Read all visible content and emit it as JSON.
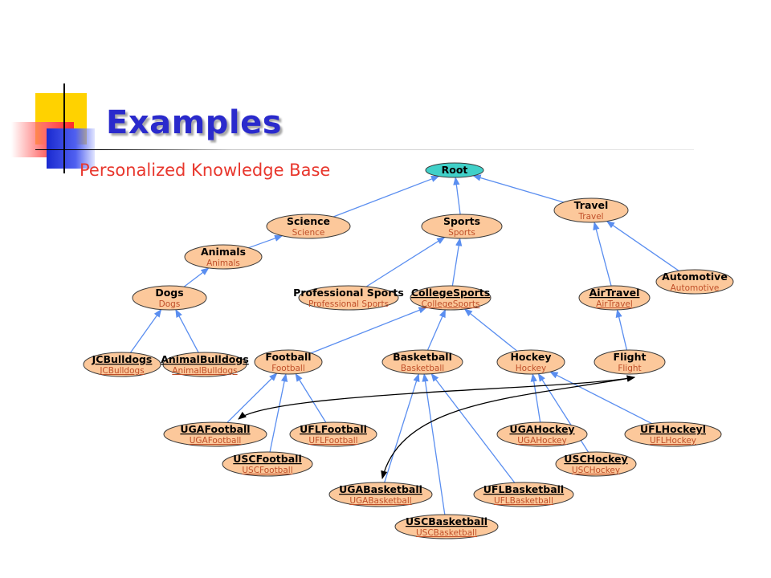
{
  "slide": {
    "title": "Examples",
    "subtitle": "Personalized Knowledge Base"
  },
  "colors": {
    "title": "#2a2acc",
    "subtitle": "#e8372d",
    "node_fill": "#fcc89b",
    "root_fill": "#40d0c8",
    "edge": "#5a8ef0",
    "cross_edge": "#000000"
  },
  "diagram": {
    "nodes": [
      {
        "id": "root",
        "label": "Root",
        "sublabel": "",
        "root": true
      },
      {
        "id": "science",
        "label": "Science",
        "sublabel": "Science"
      },
      {
        "id": "sports",
        "label": "Sports",
        "sublabel": "Sports"
      },
      {
        "id": "travel",
        "label": "Travel",
        "sublabel": "Travel"
      },
      {
        "id": "animals",
        "label": "Animals",
        "sublabel": "Animals"
      },
      {
        "id": "dogs",
        "label": "Dogs",
        "sublabel": "Dogs"
      },
      {
        "id": "prosports",
        "label": "Professional Sports",
        "sublabel": "Professional Sports"
      },
      {
        "id": "collegesports",
        "label": "CollegeSports",
        "sublabel": "CollegeSports",
        "wavy": true
      },
      {
        "id": "airtravel",
        "label": "AirTravel",
        "sublabel": "AirTravel",
        "wavy": true
      },
      {
        "id": "automotive",
        "label": "Automotive",
        "sublabel": "Automotive"
      },
      {
        "id": "jcbulldogs",
        "label": "JCBulldogs",
        "sublabel": "JCBulldogs",
        "wavy": true
      },
      {
        "id": "animalbulldogs",
        "label": "AnimalBulldogs",
        "sublabel": "AnimalBulldogs",
        "wavy": true
      },
      {
        "id": "football",
        "label": "Football",
        "sublabel": "Football"
      },
      {
        "id": "basketball",
        "label": "Basketball",
        "sublabel": "Basketball"
      },
      {
        "id": "hockey",
        "label": "Hockey",
        "sublabel": "Hockey"
      },
      {
        "id": "flight",
        "label": "Flight",
        "sublabel": "Flight"
      },
      {
        "id": "ugafootball",
        "label": "UGAFootball",
        "sublabel": "UGAFootball",
        "wavy": true
      },
      {
        "id": "uflfootball",
        "label": "UFLFootball",
        "sublabel": "UFLFootball",
        "wavy": true
      },
      {
        "id": "uscfootball",
        "label": "USCFootball",
        "sublabel": "USCFootball",
        "wavy": true
      },
      {
        "id": "ugahockey",
        "label": "UGAHockey",
        "sublabel": "UGAHockey",
        "wavy": true
      },
      {
        "id": "uflhockey",
        "label": "UFLHockeyl",
        "sublabel": "UFLHockey",
        "wavy": true
      },
      {
        "id": "uschockey",
        "label": "USCHockey",
        "sublabel": "USCHockey",
        "wavy": true
      },
      {
        "id": "ugabasketball",
        "label": "UGABasketball",
        "sublabel": "UGABasketball",
        "wavy": true
      },
      {
        "id": "uflbasketball",
        "label": "UFLBasketball",
        "sublabel": "UFLBasketball",
        "wavy": true
      },
      {
        "id": "uscbasketball",
        "label": "USCBasketball",
        "sublabel": "USCBasketball",
        "wavy": true
      }
    ],
    "edges": [
      [
        "science",
        "root"
      ],
      [
        "sports",
        "root"
      ],
      [
        "travel",
        "root"
      ],
      [
        "animals",
        "science"
      ],
      [
        "dogs",
        "animals"
      ],
      [
        "prosports",
        "sports"
      ],
      [
        "collegesports",
        "sports"
      ],
      [
        "airtravel",
        "travel"
      ],
      [
        "automotive",
        "travel"
      ],
      [
        "jcbulldogs",
        "dogs"
      ],
      [
        "animalbulldogs",
        "dogs"
      ],
      [
        "football",
        "collegesports"
      ],
      [
        "basketball",
        "collegesports"
      ],
      [
        "hockey",
        "collegesports"
      ],
      [
        "flight",
        "airtravel"
      ],
      [
        "ugafootball",
        "football"
      ],
      [
        "uflfootball",
        "football"
      ],
      [
        "uscfootball",
        "football"
      ],
      [
        "ugabasketball",
        "basketball"
      ],
      [
        "uflbasketball",
        "basketball"
      ],
      [
        "uscbasketball",
        "basketball"
      ],
      [
        "ugahockey",
        "hockey"
      ],
      [
        "uflhockey",
        "hockey"
      ],
      [
        "uschockey",
        "hockey"
      ]
    ],
    "cross_edges": [
      [
        "flight",
        "ugafootball"
      ],
      [
        "flight",
        "ugabasketball"
      ]
    ]
  }
}
